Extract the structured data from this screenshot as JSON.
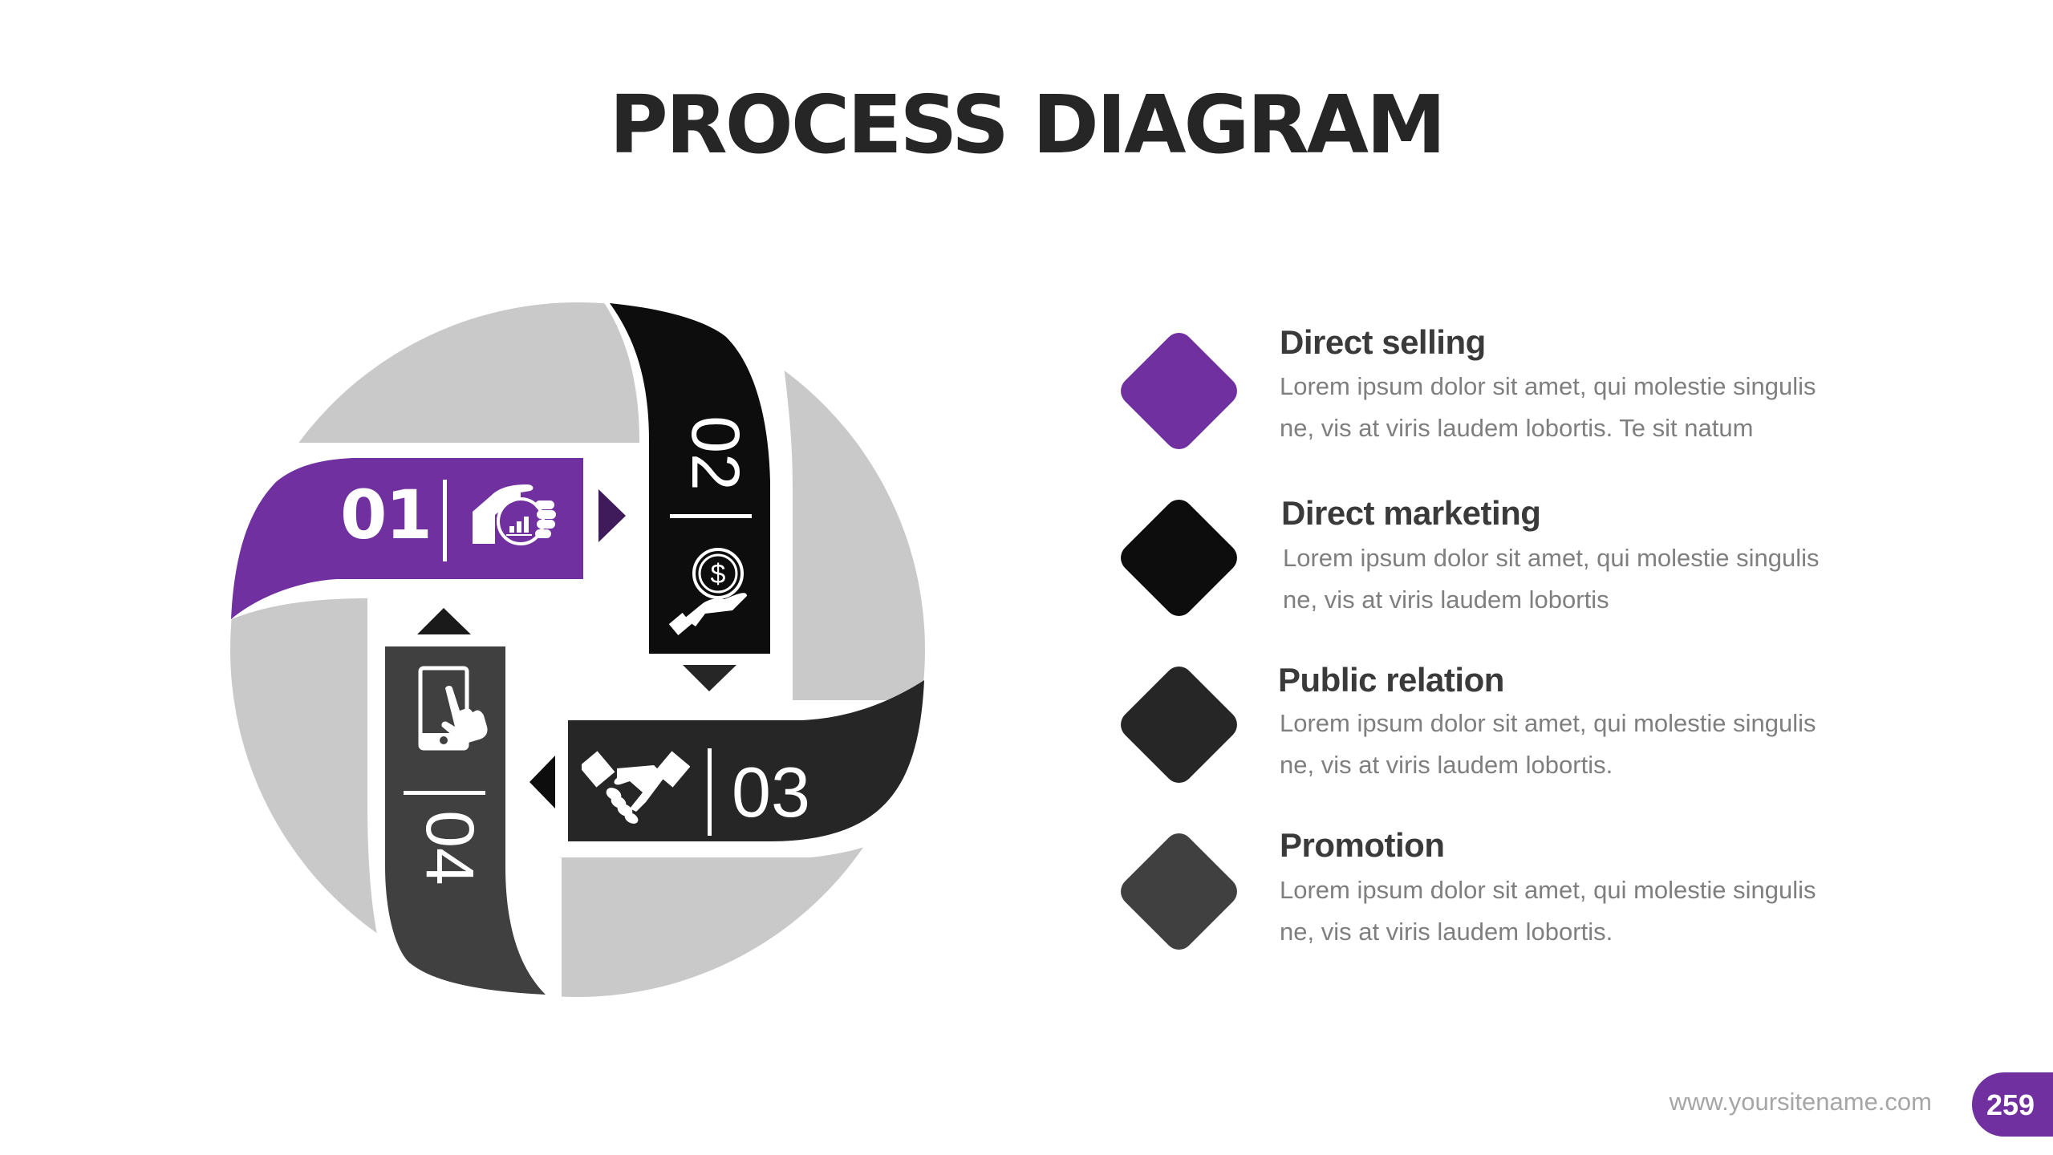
{
  "page": {
    "title": "PROCESS DIAGRAM",
    "footer_url": "www.yoursitename.com",
    "page_number": "259"
  },
  "colors": {
    "accent": "#7030A0",
    "step2": "#0D0D0D",
    "step3": "#262626",
    "step4": "#404040",
    "ring_grey": "#C9C9C9",
    "title": "#262626",
    "body": "#7F7F7F",
    "footer": "#A6A6A6"
  },
  "diagram": {
    "steps": [
      {
        "number": "01",
        "icon": "hand-stopwatch-chart-icon",
        "color": "#7030A0",
        "arrow": "right"
      },
      {
        "number": "02",
        "icon": "hand-dollar-coin-icon",
        "color": "#0D0D0D",
        "arrow": "down"
      },
      {
        "number": "03",
        "icon": "handshake-icon",
        "color": "#262626",
        "arrow": "left"
      },
      {
        "number": "04",
        "icon": "smartphone-touch-icon",
        "color": "#404040",
        "arrow": "up"
      }
    ]
  },
  "list": {
    "items": [
      {
        "title": "Direct selling",
        "body": "Lorem ipsum dolor sit amet, qui molestie singulis ne, vis at viris laudem lobortis. Te sit natum",
        "color": "#7030A0"
      },
      {
        "title": "Direct marketing",
        "body": "Lorem ipsum dolor sit amet, qui molestie singulis ne, vis at viris laudem lobortis",
        "color": "#0D0D0D"
      },
      {
        "title": "Public relation",
        "body": "Lorem ipsum dolor sit amet, qui molestie singulis ne, vis at viris laudem lobortis.",
        "color": "#262626"
      },
      {
        "title": "Promotion",
        "body": "Lorem ipsum dolor sit amet, qui molestie singulis ne, vis at viris laudem lobortis.",
        "color": "#404040"
      }
    ]
  }
}
